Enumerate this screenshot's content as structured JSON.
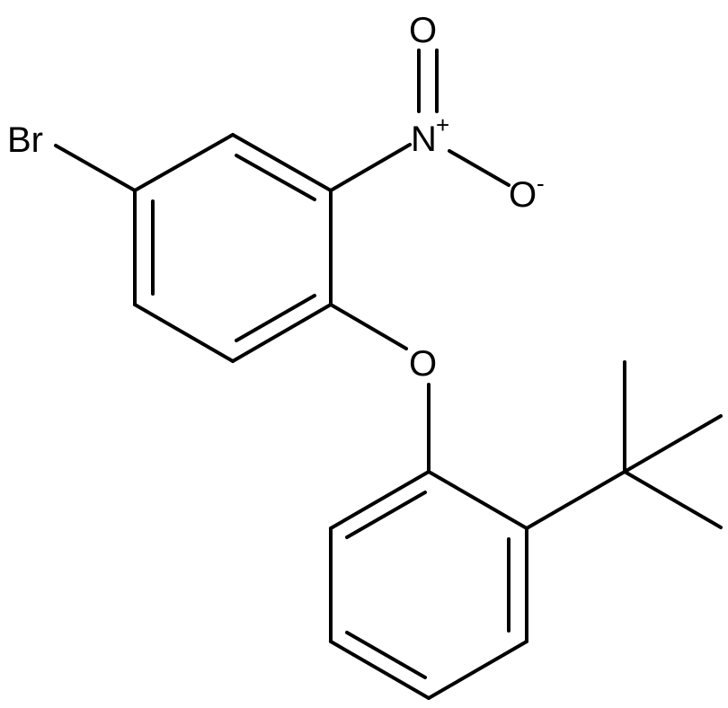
{
  "diagram": {
    "type": "structural-formula",
    "colors": {
      "bond": "#000000",
      "label": "#000000",
      "background": "#ffffff"
    },
    "atoms": {
      "br": {
        "symbol": "Br"
      },
      "n": {
        "symbol": "N",
        "charge": "+"
      },
      "o_double": {
        "symbol": "O"
      },
      "o_minus": {
        "symbol": "O",
        "charge": "-"
      },
      "o_ether": {
        "symbol": "O"
      }
    }
  }
}
